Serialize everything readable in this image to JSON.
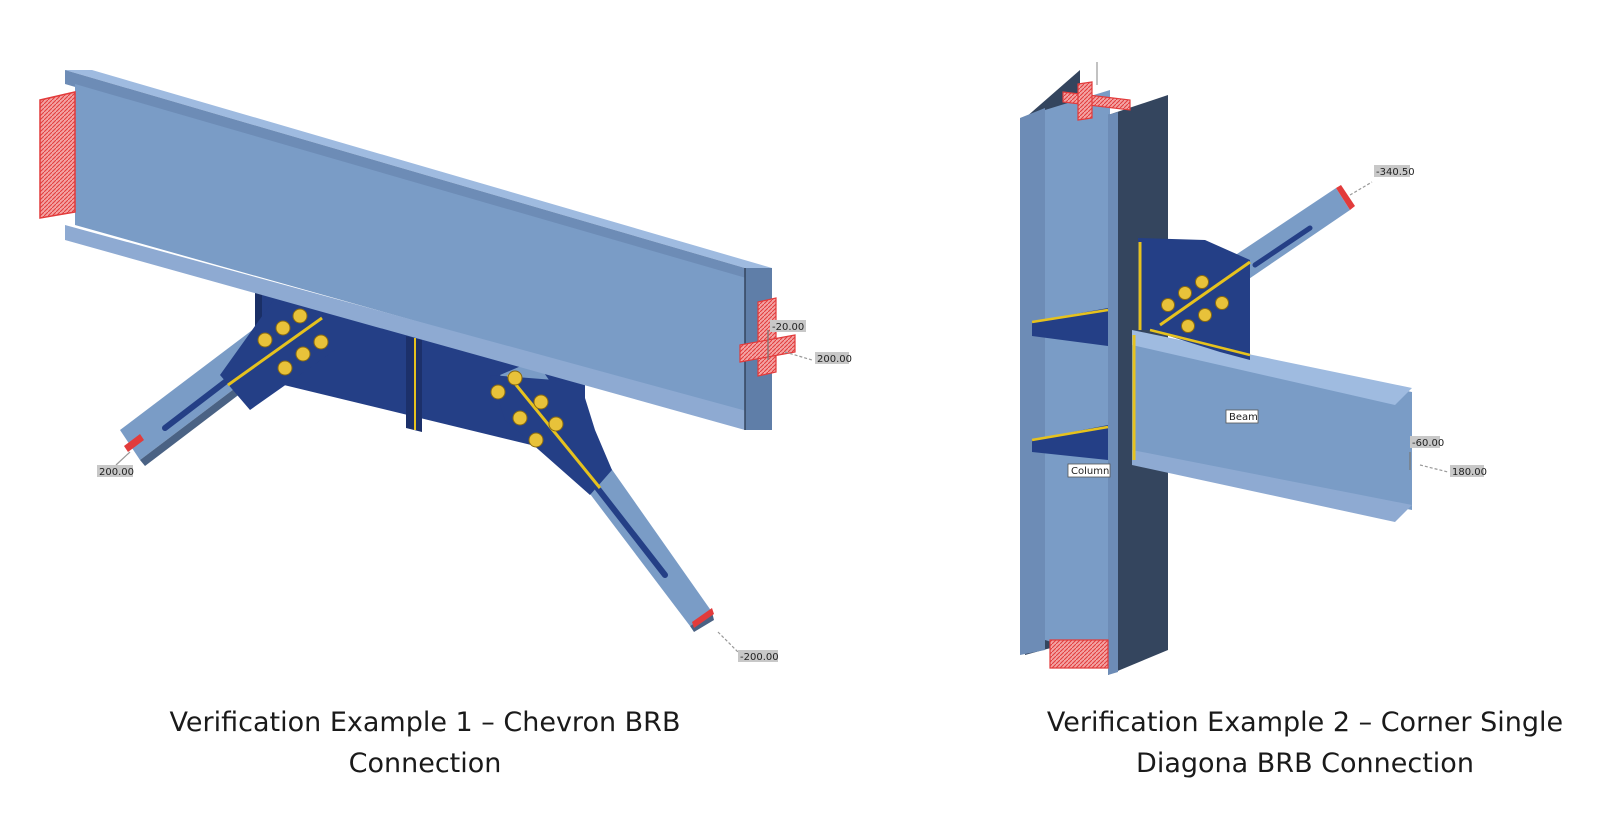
{
  "example1": {
    "caption_line1": "Verification Example 1 – Chevron BRB",
    "caption_line2": "Connection",
    "loads": {
      "right_vertical": "-20.00",
      "right_axial": "200.00",
      "left_brace": "200.00",
      "right_brace": "-200.00"
    }
  },
  "example2": {
    "caption_line1": "Verification Example 2 – Corner Single",
    "caption_line2": "Diagona BRB Connection",
    "member_labels": {
      "beam": "Beam",
      "column": "Column"
    },
    "loads": {
      "brace": "-340.50",
      "beam_vertical": "-60.00",
      "beam_axial": "180.00"
    }
  },
  "colors": {
    "steel_face": "#7a9cc6",
    "steel_light": "#9fbbe0",
    "steel_dark": "#34455e",
    "plate": "#243f86",
    "weld": "#e6c21e",
    "bolt": "#e8c23a",
    "load_red": "#e23b3b"
  }
}
